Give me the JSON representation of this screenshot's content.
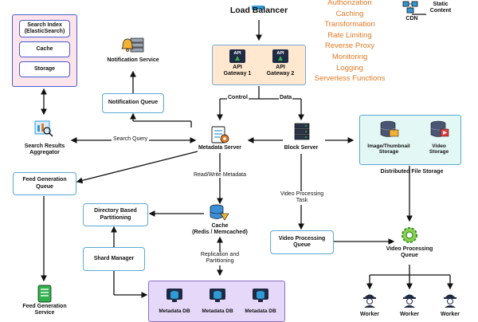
{
  "top": {
    "load_balancer": "Load Balancer",
    "cdn": "CDN",
    "static_content": "Static\nContent"
  },
  "gateway_features": [
    "Authorization",
    "Caching",
    "Transformation",
    "Rate Limiting",
    "Reverse Proxy",
    "Monitoring",
    "Logging",
    "Serverless Functions"
  ],
  "search_cluster": {
    "title": "Search Index\n(ElasticSearch)",
    "cache": "Cache",
    "storage": "Storage"
  },
  "notification_service": "Notification Service",
  "notification_queue": "Notification Queue",
  "api_gateways": [
    {
      "badge": "API",
      "label": "API\nGateway 1"
    },
    {
      "badge": "API",
      "label": "API\nGateway 2"
    }
  ],
  "edge_labels": {
    "control": "Control",
    "data": "Data",
    "search_query": "Search Query",
    "read_write": "Read/Write Metadata",
    "video_task": "Video Processing\nTask",
    "replication": "Replication and\nPartitioning"
  },
  "search_results_aggregator": "Search Results\nAggregator",
  "metadata_server": "Metadata Server",
  "block_server": "Block Server",
  "storage_cluster": {
    "image_storage": "Image/Thumbnail\nStorage",
    "video_storage": "Video\nStorage",
    "caption": "Distributed File Storage"
  },
  "feed_generation_queue": "Feed Generation\nQueue",
  "directory_partitioning": "Directory Based\nPartitioning",
  "cache_redis": "Cache\n(Redis / Memcached)",
  "shard_manager": "Shard Manager",
  "video_processing_queue_box": "Video Processing\nQueue",
  "video_processing_queue_icon": "Video Processing\nQueue",
  "feed_generation_service": "Feed Generation\nService",
  "metadata_dbs": [
    "Metadata DB",
    "Metadata DB",
    "Metadata DB"
  ],
  "workers": [
    "Worker",
    "Worker",
    "Worker"
  ],
  "colors": {
    "line": "#111111",
    "box_border": "#5aa8d6",
    "accent_orange": "#e07a24",
    "pink_fill": "#fde3ea",
    "pink_border": "#4a5bd0",
    "gateway_fill": "#ffe8cf",
    "gateway_border": "#7aa9d6",
    "storage_fill": "#e3f7f4",
    "db_fill": "#e6d8f8",
    "db_border": "#8b6ec9"
  }
}
